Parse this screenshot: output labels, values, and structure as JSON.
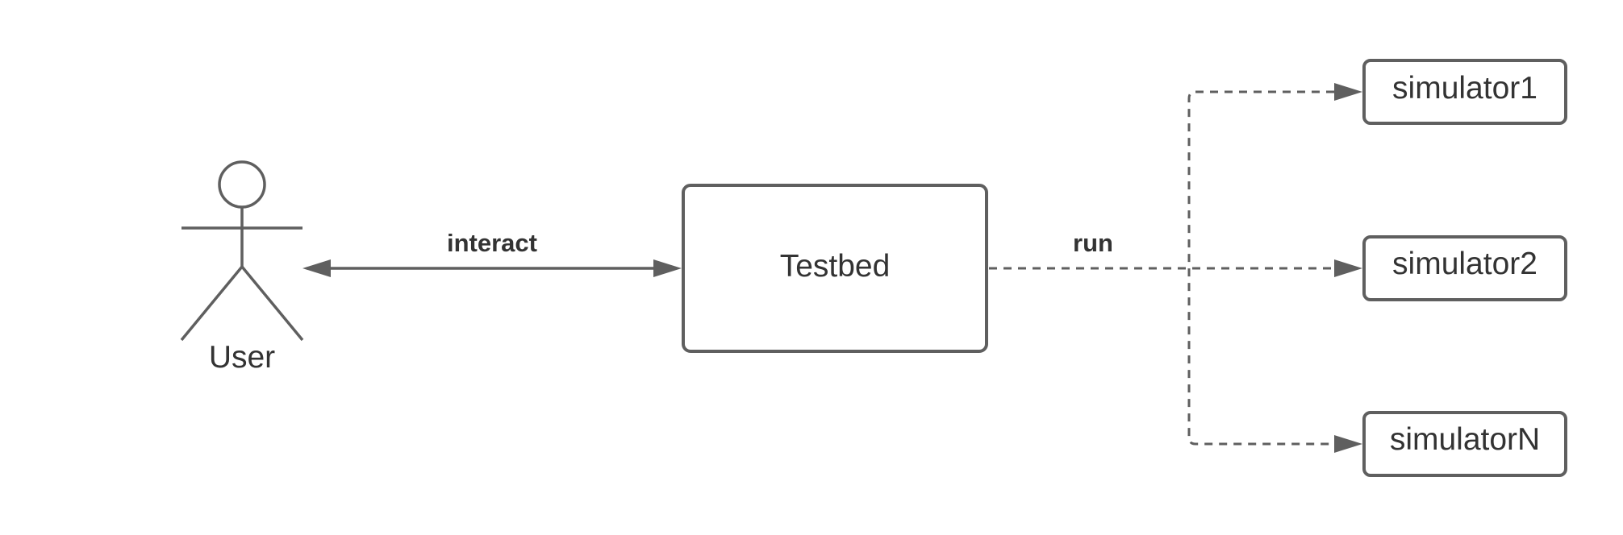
{
  "actor": {
    "label": "User"
  },
  "nodes": {
    "testbed": "Testbed",
    "simulator1": "simulator1",
    "simulator2": "simulator2",
    "simulatorN": "simulatorN"
  },
  "edges": {
    "interact": {
      "label": "interact",
      "style": "solid",
      "direction": "bidirectional",
      "from": "User",
      "to": "Testbed"
    },
    "run": {
      "label": "run",
      "style": "dashed",
      "from": "Testbed",
      "to": [
        "simulator1",
        "simulator2",
        "simulatorN"
      ]
    }
  },
  "colors": {
    "stroke": "#5f5f5f",
    "text": "#333333",
    "background": "#ffffff"
  }
}
